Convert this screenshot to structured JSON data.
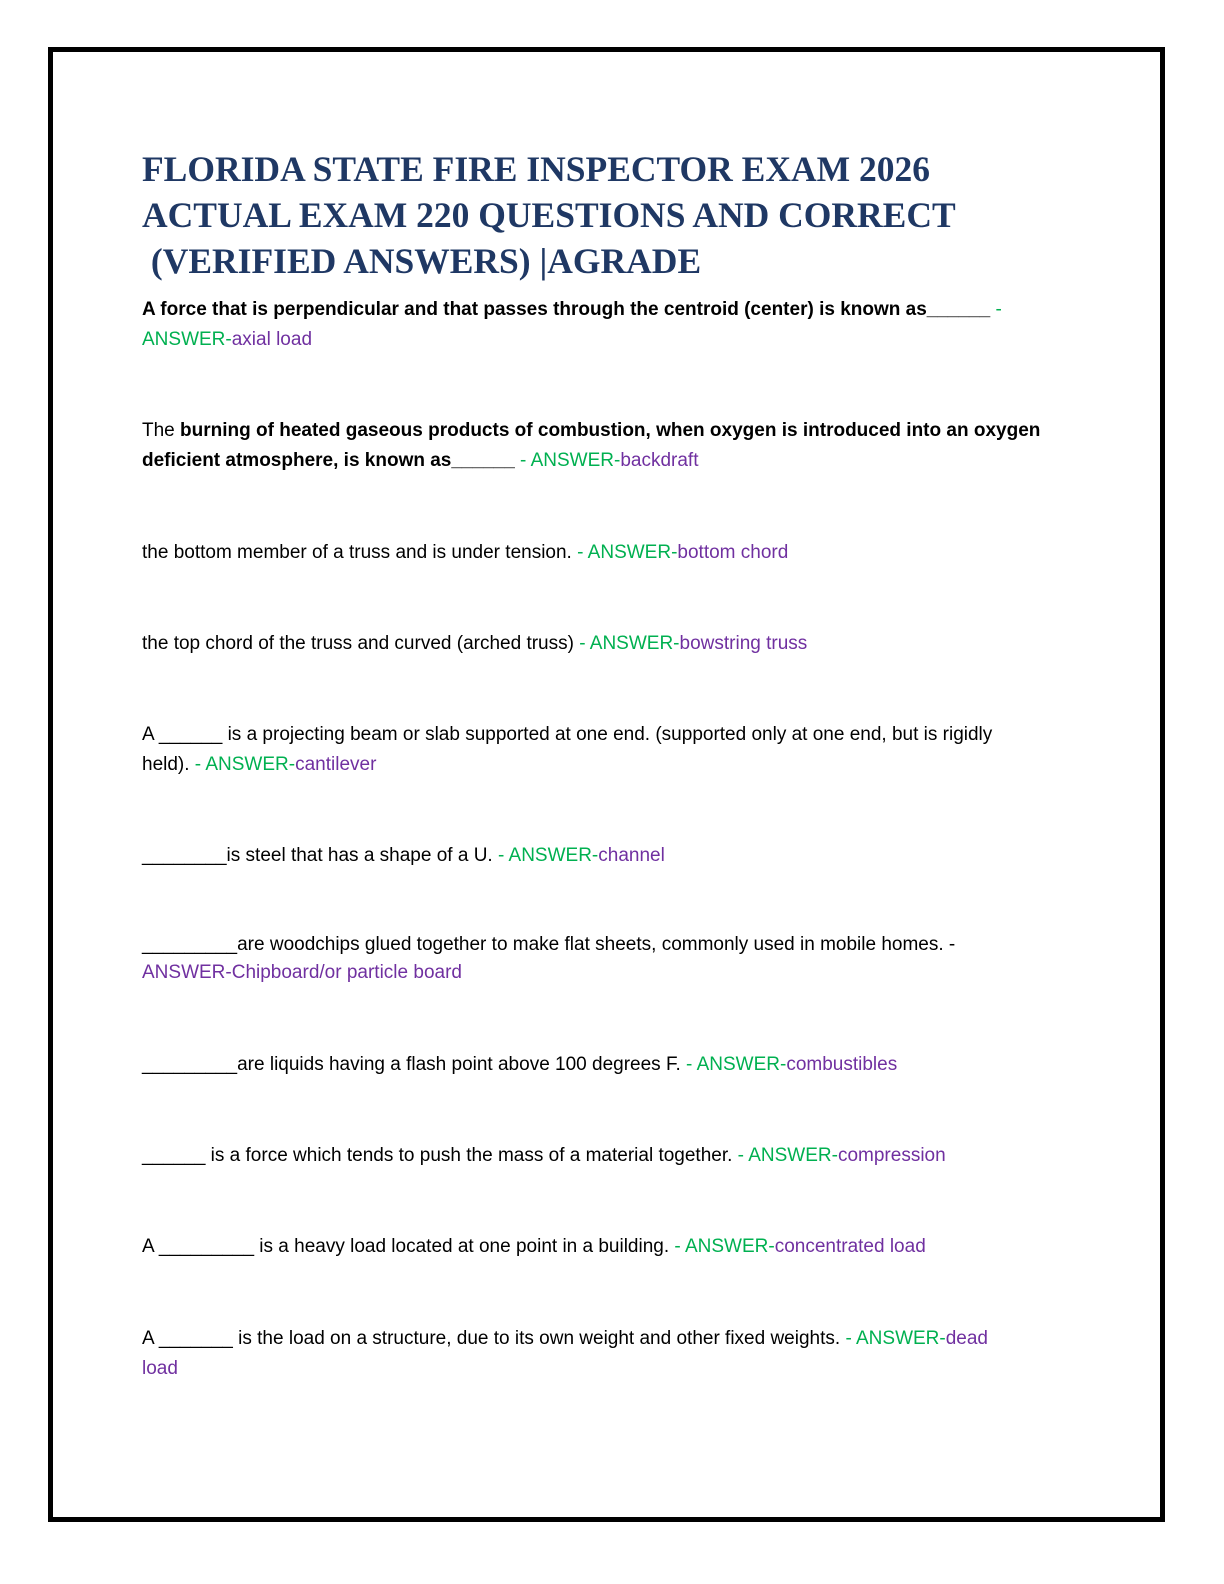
{
  "title": {
    "line1": "FLORIDA STATE FIRE INSPECTOR EXAM 2026",
    "line2": "ACTUAL EXAM 220 QUESTIONS AND CORRECT",
    "line3": " (VERIFIED ANSWERS) |AGRADE"
  },
  "colors": {
    "title": "#1f3864",
    "answer_marker": "#00b050",
    "answer_text": "#7030a0",
    "border": "#000000"
  },
  "items": [
    {
      "q1": "A force that is perpendicular and that passes through the centroid (center) is known as______",
      "sep1": " -",
      "marker": "ANSWER-",
      "answer": "axial load"
    },
    {
      "q_pre": "The ",
      "q_bold1": "burning of heated gaseous products of combustion, when oxygen is introduced into an oxygen",
      "q_bold2": "deficient atmosphere, is known as______",
      "marker": " - ANSWER-",
      "answer": "backdraft"
    },
    {
      "question": "the bottom member of a truss and is under tension.",
      "marker": " - ANSWER-",
      "answer": "bottom chord"
    },
    {
      "question": "the top chord of the truss and curved (arched truss)",
      "marker": " - ANSWER-",
      "answer": "bowstring truss"
    },
    {
      "q1": "A ______ is a projecting beam or slab supported at one end. (supported only at one end, but is rigidly",
      "q2": "held).",
      "marker": " - ANSWER-",
      "answer": "cantilever"
    },
    {
      "question": "________is steel that has a shape of a U.",
      "marker": " - ANSWER-",
      "answer": "channel"
    },
    {
      "q1": "_________are woodchips glued together to make flat sheets, commonly used in mobile homes. -",
      "answer": "ANSWER-Chipboard/or particle board"
    },
    {
      "question": "_________are liquids having a flash point above 100 degrees F.",
      "marker": " - ANSWER-",
      "answer": "combustibles"
    },
    {
      "question": "______ is a force which tends to push the mass of a material together.",
      "marker": " - ANSWER-",
      "answer": "compression"
    },
    {
      "question": "A _________ is a heavy load located at one point in a building.",
      "marker": " - ANSWER-",
      "answer": "concentrated load"
    },
    {
      "q1": "A _______ is the load on a structure, due to its own weight and other fixed weights.",
      "marker": " - ANSWER-",
      "answer1": "dead",
      "answer2": "load"
    }
  ]
}
